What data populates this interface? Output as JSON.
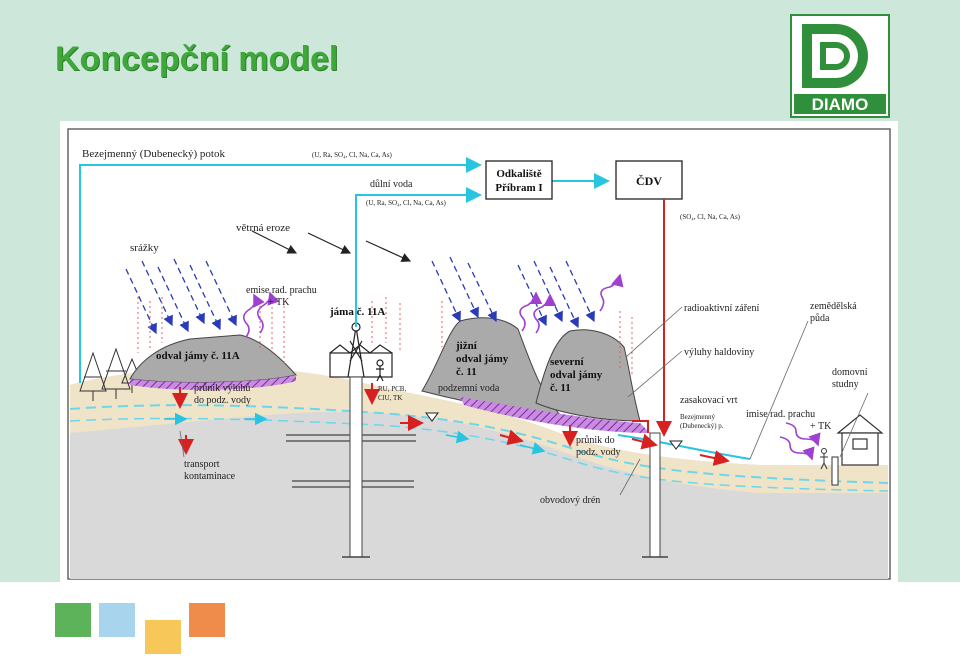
{
  "slide": {
    "title": "Koncepční model",
    "logo_text": "DIAMO"
  },
  "diagram": {
    "labels": {
      "potok": "Bezejmenný (Dubenecký) potok",
      "potok_chem": "(U, Ra, SO₄, Cl, Na, Ca, As)",
      "dulni_voda": "důlní voda",
      "dulni_chem": "(U, Ra, SO₄, Cl, Na, Ca, As)",
      "odkaliste_1": "Odkaliště",
      "odkaliste_2": "Příbram I",
      "cdv": "ČDV",
      "cdv_chem": "(SO₄, Cl, Na, Ca, As)",
      "srazky": "srážky",
      "vetrna_eroze": "větrná eroze",
      "emise_1": "emise rad. prachu",
      "emise_2": "+ TK",
      "jama": "jáma č. 11A",
      "odval_11a": "odval jámy č. 11A",
      "jizni_1": "jižní",
      "jizni_2": "odval jámy",
      "jizni_3": "č. 11",
      "severni_1": "severní",
      "severni_2": "odval jámy",
      "severni_3": "č. 11",
      "podzemni_voda": "podzemní voda",
      "radio_zareni": "radioaktivní záření",
      "vyluhy": "výluhy haldoviny",
      "zemedelska_1": "zemědělská",
      "zemedelska_2": "půda",
      "domovni_1": "domovní",
      "domovni_2": "studny",
      "zasakovaci": "zasakovací vrt",
      "bezejmenny_1": "Bezejmenný",
      "bezejmenny_2": "(Dubenecký) p.",
      "imise_1": "imise rad. prachu",
      "imise_2": "+ TK",
      "prunik1_1": "průnik výluhů",
      "prunik1_2": "do podz. vody",
      "ru_1": "RU, PCB,",
      "ru_2": "ClU, TK",
      "transport_1": "transport",
      "transport_2": "kontaminace",
      "prunik2_1": "průnik do",
      "prunik2_2": "podz. vody",
      "obvodovy": "obvodový drén"
    }
  },
  "footer_squares": [
    {
      "name": "green",
      "color": "#5cb35a"
    },
    {
      "name": "blue",
      "color": "#a8d4ee"
    },
    {
      "name": "yellow",
      "color": "#f7c75a"
    },
    {
      "name": "orange",
      "color": "#ef8b4b"
    }
  ]
}
